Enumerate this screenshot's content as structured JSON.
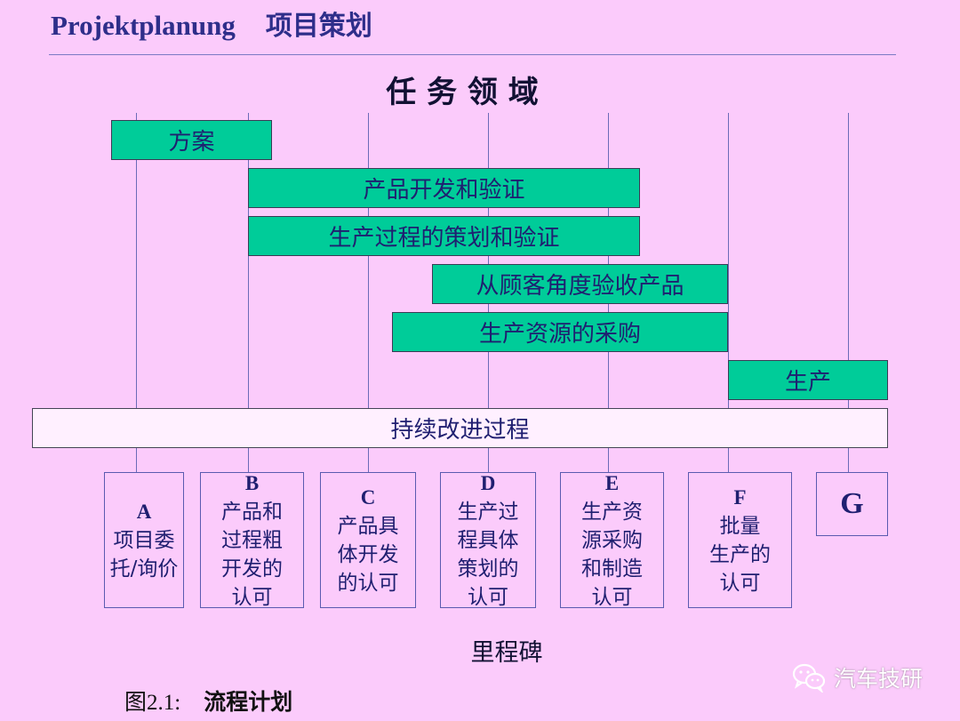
{
  "title": {
    "latin": "Projektplanung",
    "chinese": "项目策划"
  },
  "heading": "任 务 领 域",
  "tasks": [
    {
      "label": "方案"
    },
    {
      "label": "产品开发和验证"
    },
    {
      "label": "生产过程的策划和验证"
    },
    {
      "label": "从顾客角度验收产品"
    },
    {
      "label": "生产资源的采购"
    },
    {
      "label": "生产"
    }
  ],
  "improvement": "持续改进过程",
  "milestones": [
    {
      "letter": "A",
      "lines": [
        "项目委",
        "托/询价"
      ]
    },
    {
      "letter": "B",
      "lines": [
        "产品和",
        "过程粗",
        "开发的",
        "认可"
      ]
    },
    {
      "letter": "C",
      "lines": [
        "产品具",
        "体开发",
        "的认可"
      ]
    },
    {
      "letter": "D",
      "lines": [
        "生产过",
        "程具体",
        "策划的",
        "认可"
      ]
    },
    {
      "letter": "E",
      "lines": [
        "生产资",
        "源采购",
        "和制造",
        "认可"
      ]
    },
    {
      "letter": "F",
      "lines": [
        "批量",
        "生产的",
        "认可"
      ]
    },
    {
      "letter": "G",
      "lines": []
    }
  ],
  "milestones_label": "里程碑",
  "caption": {
    "number": "图2.1:",
    "text": "流程计划"
  },
  "watermark": {
    "icon": "wechat-icon",
    "text": "汽车技研"
  },
  "colors": {
    "background": "#FBCBFB",
    "task_bar": "#00CC99",
    "text": "#1F1F70",
    "title": "#2E2E8A",
    "grid_line": "#6B6BB8"
  }
}
